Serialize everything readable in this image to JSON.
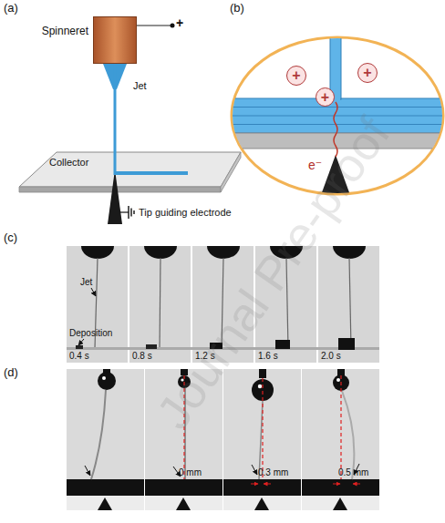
{
  "diagram": {
    "nodes": [
      {
        "text": [
          "Spinneret"
        ]
      },
      {
        "text": [
          "Collector"
        ]
      },
      {
        "text": [
          "Tip guiding electrode"
        ]
      },
      {
        "text": [
          "+"
        ]
      },
      {
        "text": [
          "+"
        ]
      },
      {
        "text": [
          "+"
        ]
      }
    ],
    "edges": [
      {
        "from": 0,
        "to": 1,
        "arrow": "none",
        "label": "Jet"
      }
    ],
    "labels": [
      "(a)",
      "+",
      "(b)",
      "e⁻",
      "(c)",
      "Jet",
      "Deposition",
      "0.4 s",
      "0.8 s",
      "1.2 s",
      "1.6 s",
      "2.0 s",
      "(d)",
      "0 mm",
      "0.3 mm",
      "0.5 mm",
      "Journal Pre-proof"
    ]
  }
}
